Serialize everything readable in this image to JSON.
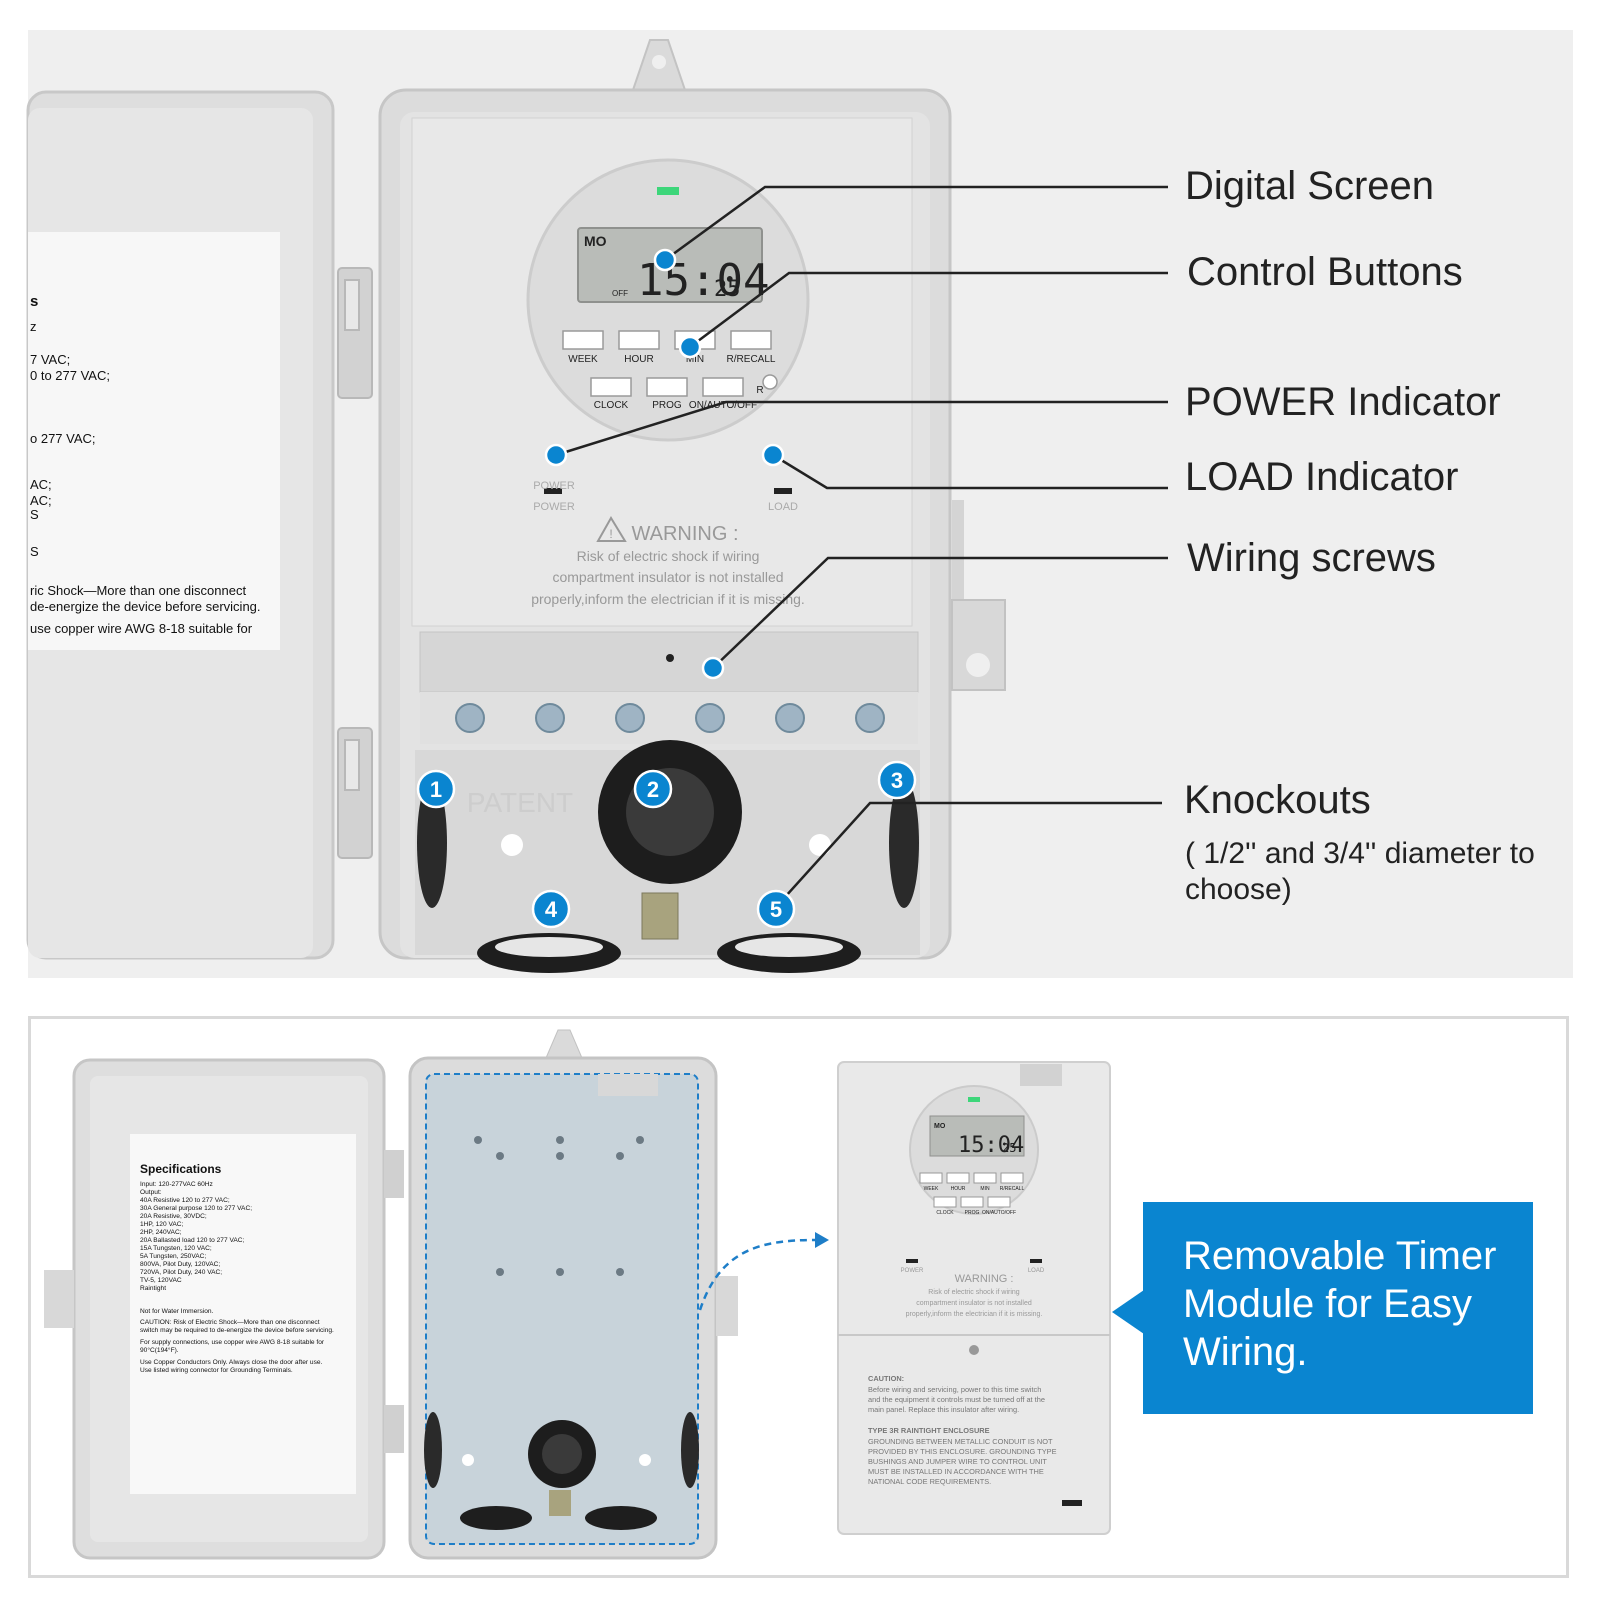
{
  "callouts": {
    "digital_screen": "Digital Screen",
    "control_buttons": "Control Buttons",
    "power_indicator": "POWER Indicator",
    "load_indicator": "LOAD Indicator",
    "wiring_screws": "Wiring screws",
    "knockouts": "Knockouts",
    "knockouts_note": "( 1/2'' and 3/4'' diameter to choose)"
  },
  "timer": {
    "day": "MO",
    "time": "15:04",
    "seconds": "25",
    "mode": "OFF",
    "buttons_row1": [
      "WEEK",
      "HOUR",
      "MIN",
      "R/RECALL"
    ],
    "buttons_row2": [
      "CLOCK",
      "PROG",
      "ON/AUTO/OFF"
    ],
    "reset_label": "R",
    "power_label": "POWER",
    "load_label": "LOAD"
  },
  "warning": {
    "title": "WARNING :",
    "line1": "Risk of electric shock if wiring",
    "line2": "compartment insulator is not installed",
    "line3": "properly,inform the electrician if it is missing."
  },
  "box_emboss": "PATENT",
  "knockout_numbers": [
    "1",
    "2",
    "3",
    "4",
    "5"
  ],
  "label_partial_lines": [
    "s",
    "z",
    "7 VAC;",
    "0 to 277 VAC;",
    "o 277 VAC;",
    "AC;",
    "AC;",
    "S",
    "S",
    "ric Shock—More than one disconnect",
    "de-energize the device before servicing.",
    "use copper wire AWG 8-18 suitable for"
  ],
  "specs": {
    "title": "Specifications",
    "lines": [
      "Input: 120-277VAC 60Hz",
      "Output:",
      "40A Resistive 120 to 277 VAC;",
      "30A General purpose 120 to 277 VAC;",
      "20A Resistive, 30VDC;",
      "1HP, 120 VAC;",
      "2HP, 240VAC;",
      "20A Ballasted load 120 to 277 VAC;",
      "15A Tungsten, 120 VAC;",
      "5A Tungsten, 250VAC;",
      "800VA, Pilot Duty, 120VAC;",
      "720VA, Pilot Duty, 240 VAC;",
      "TV-5, 120VAC",
      "Raintight",
      "",
      "Not for Water Immersion.",
      "CAUTION: Risk of Electric Shock—More than one disconnect",
      "switch may be required to de-energize the device before servicing.",
      "For supply connections, use copper wire AWG 8-18 suitable for",
      "90°C(194°F).",
      "Use Copper Conductors Only. Always close the door after use.",
      "Use listed wiring connector for Grounding Terminals."
    ]
  },
  "module_caution": {
    "title": "CAUTION:",
    "lines": [
      "Before wiring and servicing, power to this time switch",
      "and the equipment it controls must be turned off at the",
      "main panel. Replace this insulator after wiring."
    ]
  },
  "module_type3r": {
    "title": "TYPE 3R RAINTIGHT ENCLOSURE",
    "lines": [
      "GROUNDING BETWEEN METALLIC CONDUIT IS NOT",
      "PROVIDED BY THIS ENCLOSURE. GROUNDING TYPE",
      "BUSHINGS AND JUMPER WIRE TO CONTROL UNIT",
      "MUST BE INSTALLED IN ACCORDANCE WITH THE",
      "NATIONAL CODE REQUIREMENTS."
    ]
  },
  "removable_text": "Removable Timer Module for Easy Wiring.",
  "colors": {
    "marker_blue": "#0a85d0",
    "enclosure_gray": "#dcdcdc",
    "screen_gray": "#b9bcb8",
    "led_green": "#3dd67a"
  }
}
